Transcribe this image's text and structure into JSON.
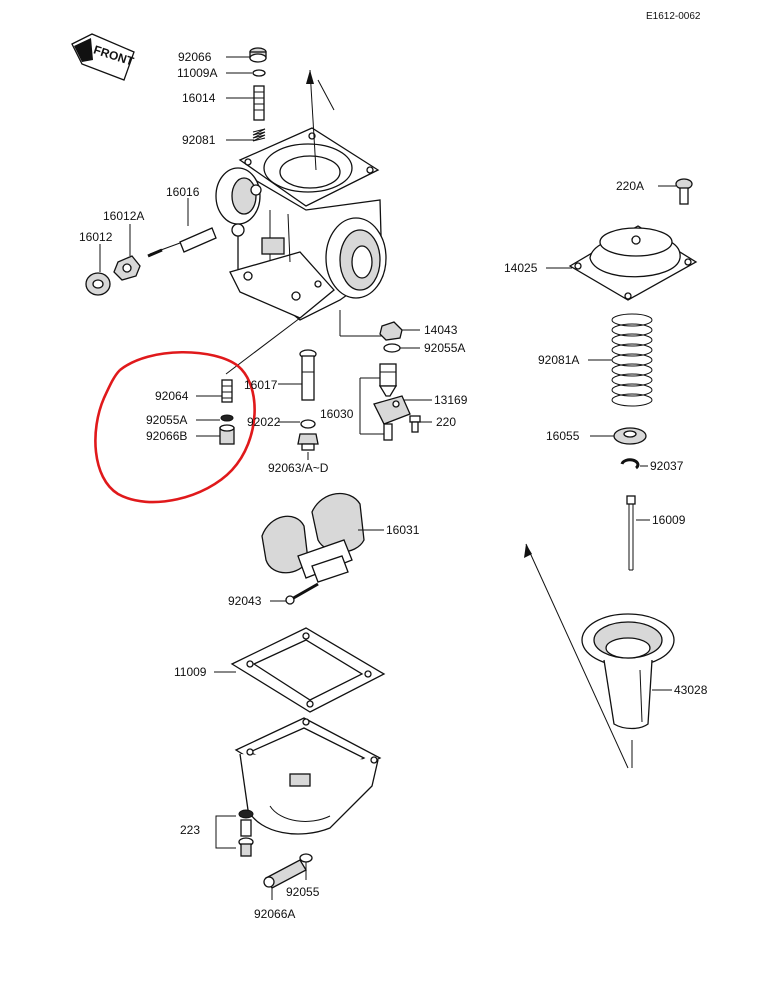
{
  "diagram": {
    "code": "E1612-0062",
    "front_label": "FRONT",
    "highlight_color": "#e0191b",
    "parts": {
      "p92066_top": "92066",
      "p11009A": "11009A",
      "p16014": "16014",
      "p92081": "92081",
      "p16016": "16016",
      "p16012A": "16012A",
      "p16012": "16012",
      "p92064": "92064",
      "p92055A_left": "92055A",
      "p92066B": "92066B",
      "p16017": "16017",
      "p92022": "92022",
      "p92063": "92063/A~D",
      "p16030": "16030",
      "p14043": "14043",
      "p92055A_right": "92055A",
      "p13169": "13169",
      "p220": "220",
      "p16031": "16031",
      "p92043": "92043",
      "p11009": "11009",
      "p223": "223",
      "p92055": "92055",
      "p92066A": "92066A",
      "p220A": "220A",
      "p14025": "14025",
      "p92081A": "92081A",
      "p16055": "16055",
      "p92037": "92037",
      "p16009": "16009",
      "p43028": "43028"
    }
  }
}
